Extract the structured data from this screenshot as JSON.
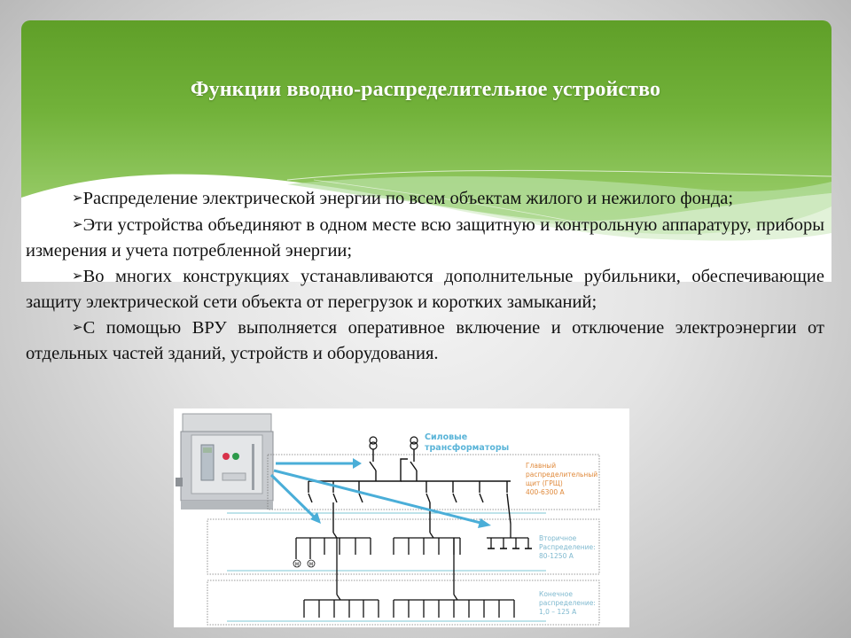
{
  "slide": {
    "title": "Функции вводно-распределительное устройство",
    "accent_color": "#6aab32",
    "bullet_glyph": "➢",
    "bullets": [
      {
        "text": "Распределение электрической энергии по всем объектам жилого и нежилого фонда;"
      },
      {
        "text": "Эти устройства объединяют в одном месте всю защитную и контрольную аппаратуру, приборы измерения и учета потребленной энергии;"
      },
      {
        "text": "Во многих конструкциях устанавливаются дополнительные рубильники, обеспечивающие защиту электрической сети объекта от перегрузок и коротких замыканий;"
      },
      {
        "text": "С помощью ВРУ выполняется оперативное включение и отключение электроэнергии от отдельных частей зданий, устройств и оборудования."
      }
    ]
  },
  "diagram": {
    "transformers_label": "Силовые трансформаторы",
    "main_board_label": [
      "Главный",
      "распределительный",
      "щит (ГРЩ)",
      "400-6300 А"
    ],
    "secondary_label": [
      "Вторичное",
      "Распределение:",
      "80-1250 А"
    ],
    "final_label": [
      "Конечное",
      "распределение:",
      "1,0 – 125 А"
    ],
    "motor_symbols": [
      "M",
      "M"
    ],
    "colors": {
      "arrow": "#4aaed8",
      "orange_text": "#e08a3c",
      "teal_line": "#7cc7d6"
    }
  }
}
